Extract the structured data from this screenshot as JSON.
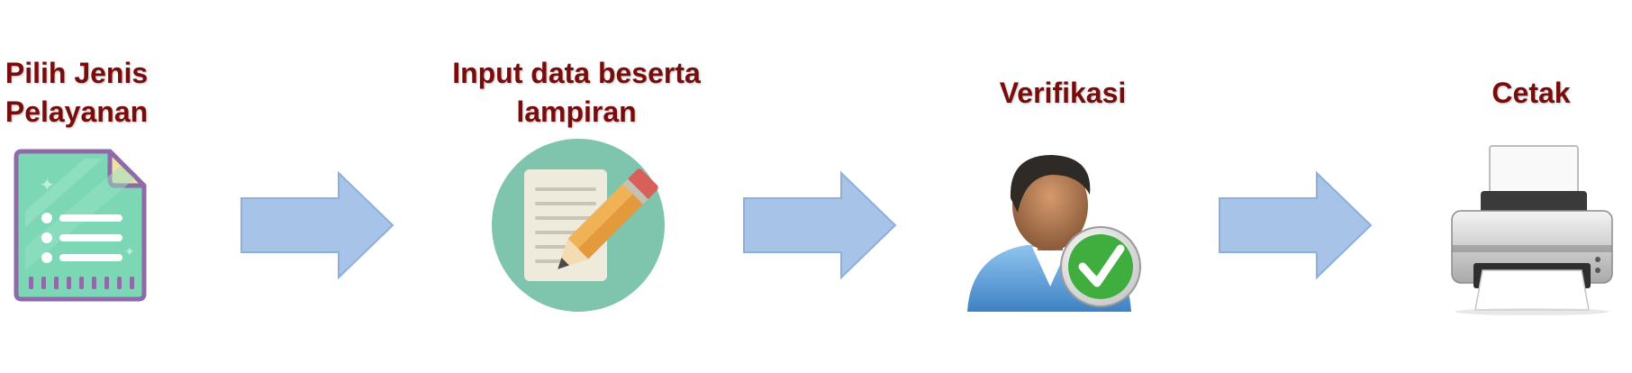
{
  "steps": [
    {
      "line1": "Pilih Jenis",
      "line2": "Pelayanan",
      "icon": "form-document-icon"
    },
    {
      "line1": "Input data beserta",
      "line2": "lampiran",
      "icon": "edit-pencil-icon"
    },
    {
      "line1": "Verifikasi",
      "icon": "user-verified-icon"
    },
    {
      "line1": "Cetak",
      "icon": "printer-icon"
    }
  ],
  "colors": {
    "label": "#7a0b0b",
    "arrow_fill": "#a7c3e8",
    "arrow_stroke": "#8eaedc",
    "document": "#7cd7b5",
    "document_border": "#8e6aa8",
    "edit_circle": "#7fc4ad",
    "check": "#3fae3f"
  }
}
